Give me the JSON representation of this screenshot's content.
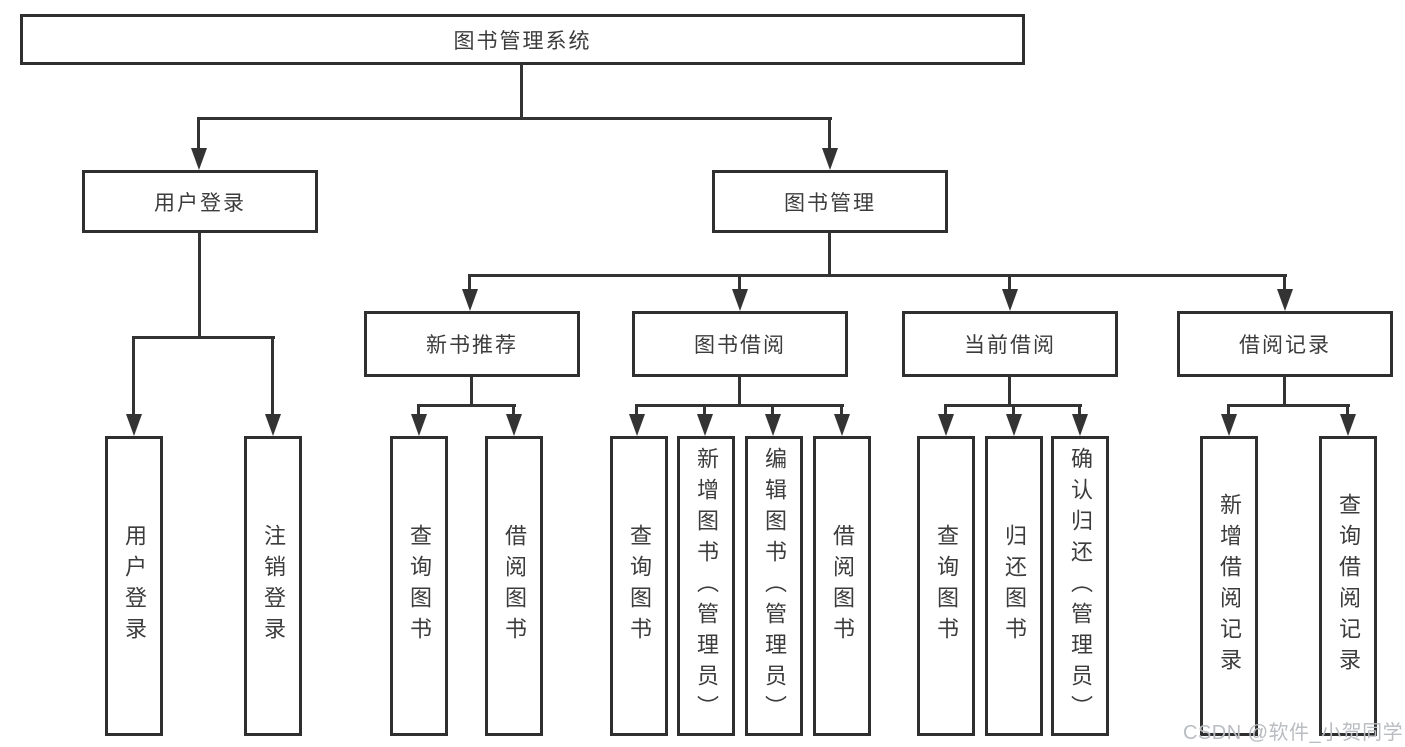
{
  "tree": {
    "label": "图书管理系统",
    "children": [
      {
        "label": "用户登录",
        "children": [
          {
            "label": "用户登录"
          },
          {
            "label": "注销登录"
          }
        ]
      },
      {
        "label": "图书管理",
        "children": [
          {
            "label": "新书推荐",
            "children": [
              {
                "label": "查询图书"
              },
              {
                "label": "借阅图书"
              }
            ]
          },
          {
            "label": "图书借阅",
            "children": [
              {
                "label": "查询图书"
              },
              {
                "label": "新增图书（管理员）"
              },
              {
                "label": "编辑图书（管理员）"
              },
              {
                "label": "借阅图书"
              }
            ]
          },
          {
            "label": "当前借阅",
            "children": [
              {
                "label": "查询图书"
              },
              {
                "label": "归还图书"
              },
              {
                "label": "确认归还（管理员）"
              }
            ]
          },
          {
            "label": "借阅记录",
            "children": [
              {
                "label": "新增借阅记录"
              },
              {
                "label": "查询借阅记录"
              }
            ]
          }
        ]
      }
    ]
  },
  "watermark": "CSDN @软件_小贺同学",
  "colors": {
    "line": "#333333",
    "box_border": "#2f2f2f",
    "text": "#3c3c3c",
    "watermark": "#b9bdc2",
    "background": "#ffffff"
  }
}
